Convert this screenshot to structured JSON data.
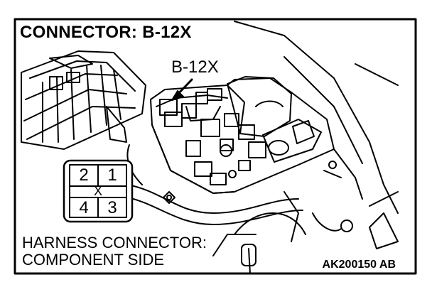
{
  "title": "CONNECTOR: B-12X",
  "callout_label": "B-12X",
  "connector_pins": {
    "top_left": "2",
    "top_right": "1",
    "bottom_left": "4",
    "bottom_right": "3",
    "center_mark": "X"
  },
  "caption": {
    "line1": "HARNESS CONNECTOR:",
    "line2": "COMPONENT SIDE"
  },
  "reference_code": "AK200150 AB"
}
